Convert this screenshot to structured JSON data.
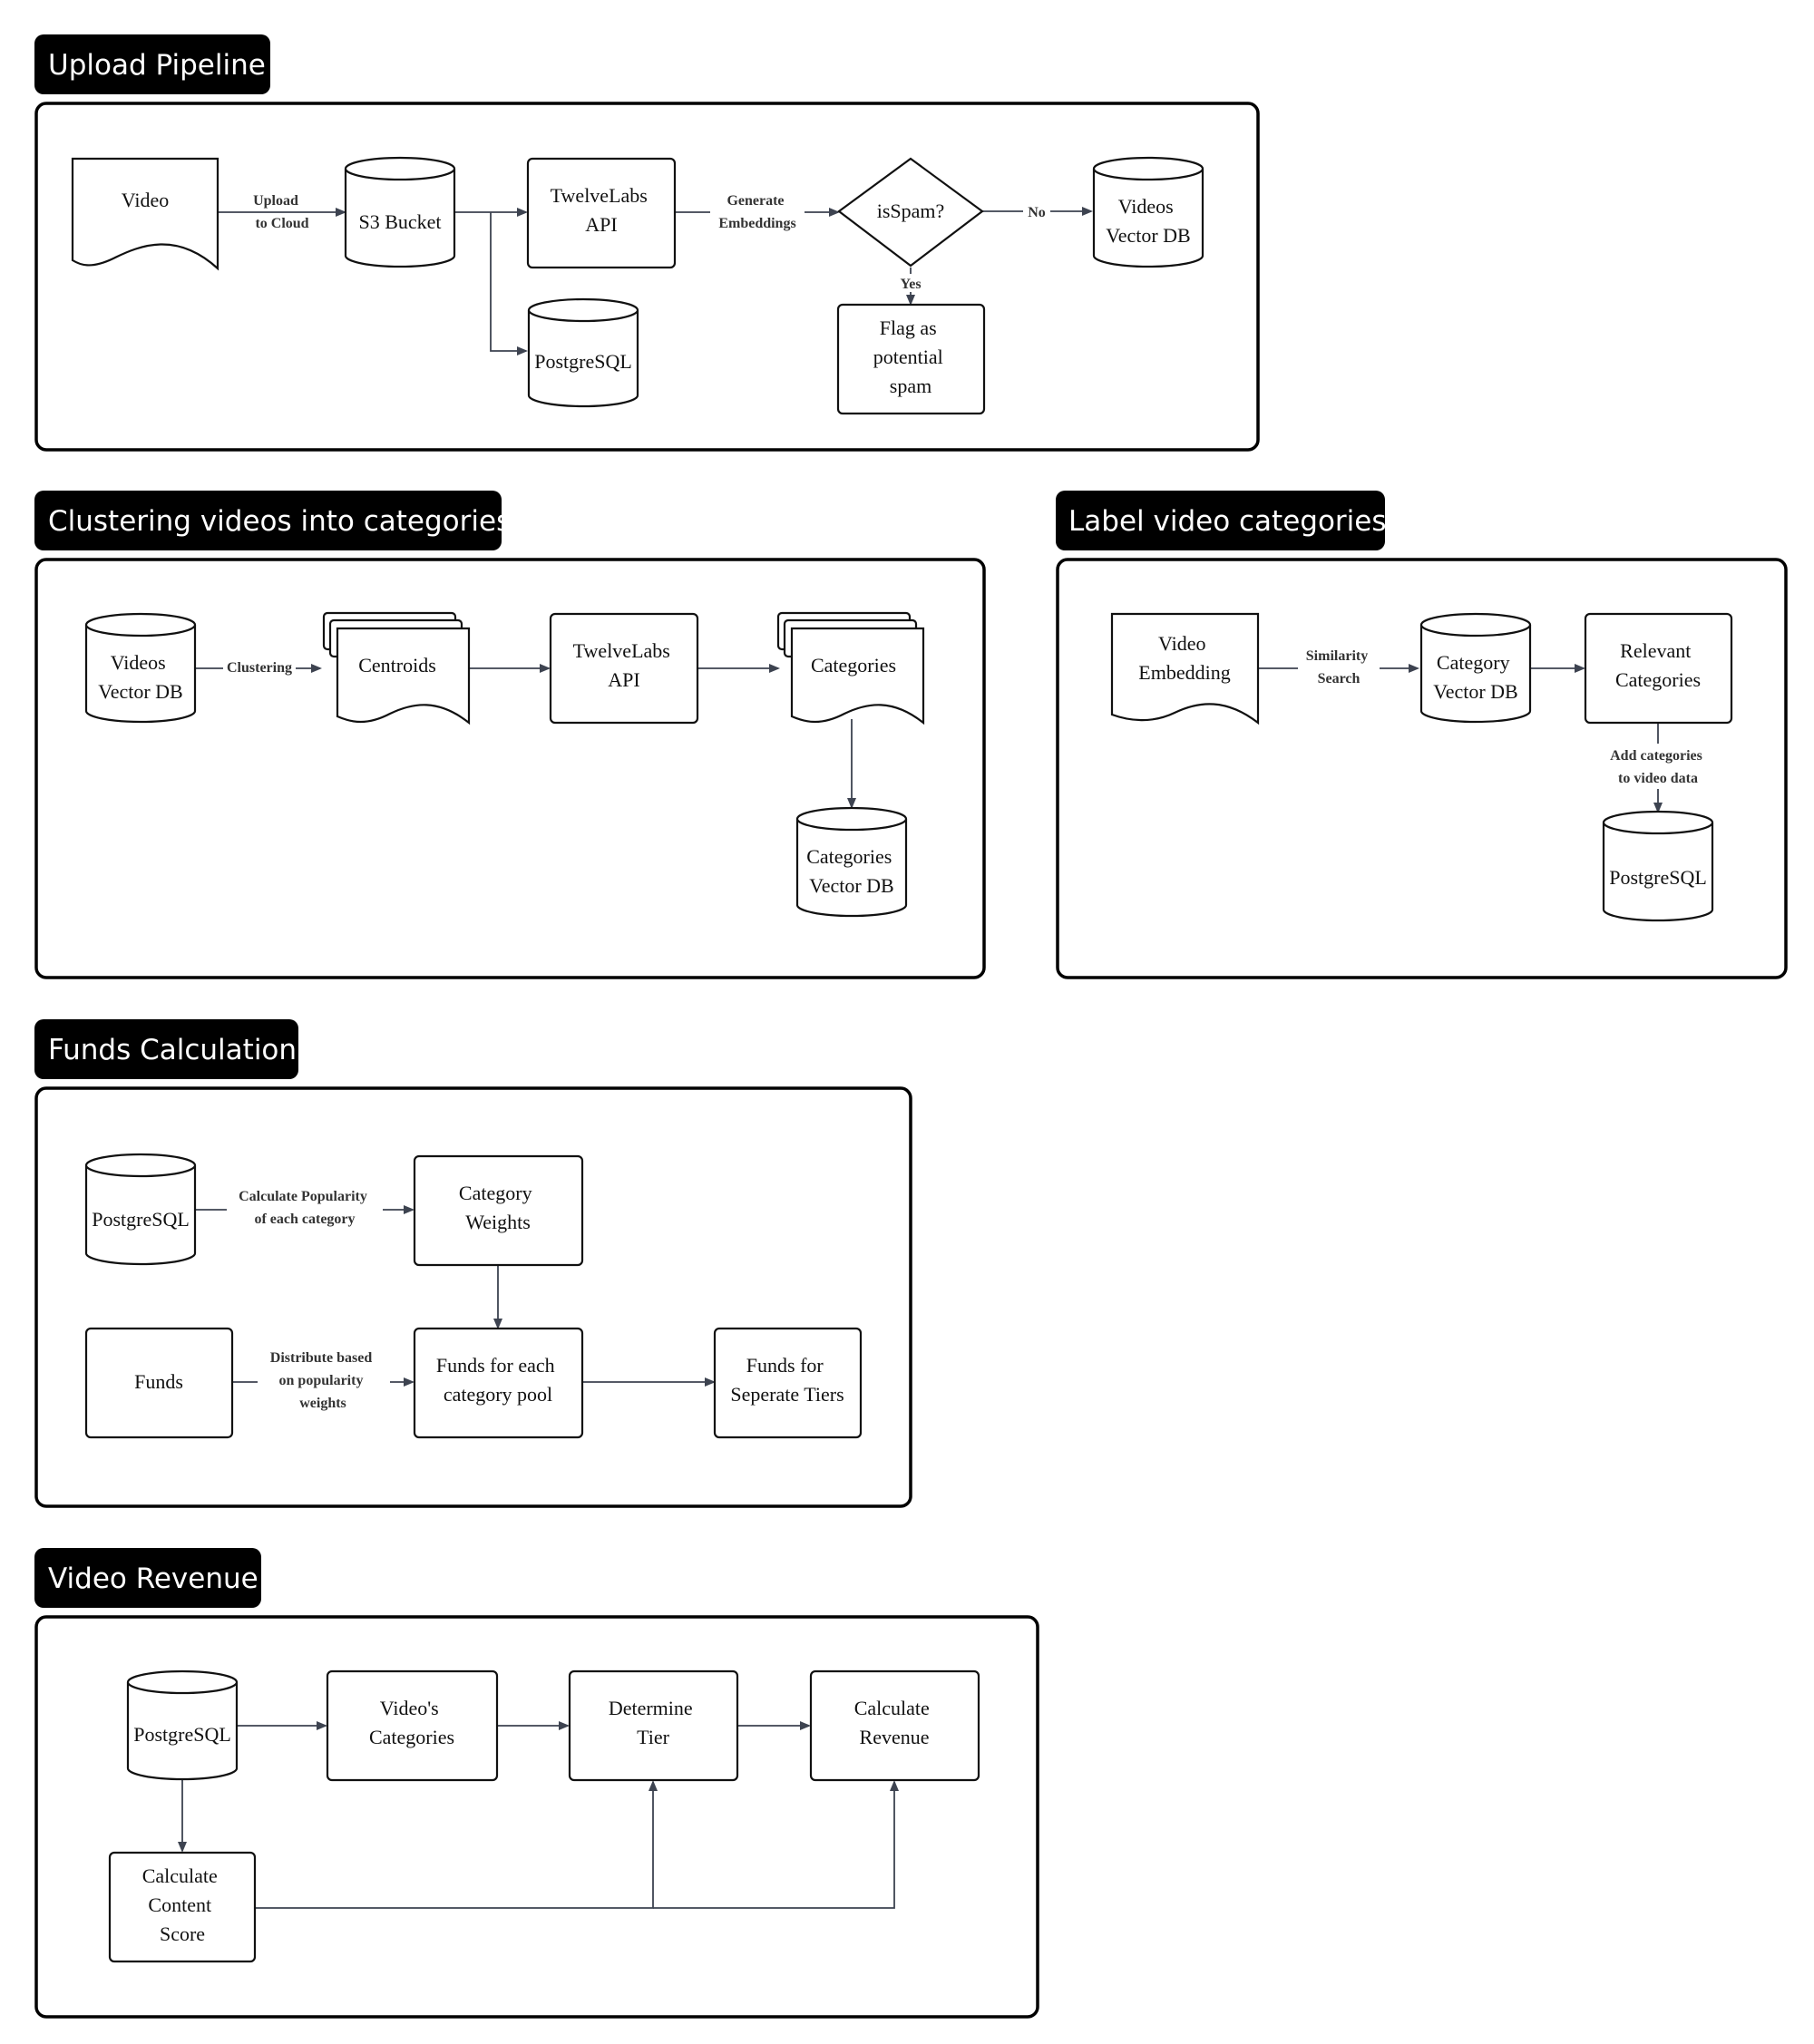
{
  "sections": {
    "upload": {
      "title": "Upload Pipeline"
    },
    "clustering": {
      "title": "Clustering videos into categories"
    },
    "label": {
      "title": "Label video categories"
    },
    "funds": {
      "title": "Funds Calculation"
    },
    "revenue": {
      "title": "Video Revenue"
    }
  },
  "nodes": {
    "up_video": [
      "Video"
    ],
    "up_s3": [
      "S3 Bucket"
    ],
    "up_twelvelabs": [
      "TwelveLabs",
      "API"
    ],
    "up_isspam": [
      "isSpam?"
    ],
    "up_videos_db": [
      "Videos",
      "Vector DB"
    ],
    "up_postgres": [
      "PostgreSQL"
    ],
    "up_flag": [
      "Flag as",
      "potential",
      "spam"
    ],
    "cl_videos_db": [
      "Videos",
      "Vector DB"
    ],
    "cl_centroids": [
      "Centroids"
    ],
    "cl_twelvelabs": [
      "TwelveLabs",
      "API"
    ],
    "cl_categories": [
      "Categories"
    ],
    "cl_categories_db": [
      "Categories",
      "Vector DB"
    ],
    "lb_embedding": [
      "Video",
      "Embedding"
    ],
    "lb_category_db": [
      "Category",
      "Vector DB"
    ],
    "lb_relevant": [
      "Relevant",
      "Categories"
    ],
    "lb_postgres": [
      "PostgreSQL"
    ],
    "fu_postgres": [
      "PostgreSQL"
    ],
    "fu_weights": [
      "Category",
      "Weights"
    ],
    "fu_funds": [
      "Funds"
    ],
    "fu_pool": [
      "Funds for each",
      "category pool"
    ],
    "fu_tiers": [
      "Funds for",
      "Seperate Tiers"
    ],
    "rv_postgres": [
      "PostgreSQL"
    ],
    "rv_categories": [
      "Video's",
      "Categories"
    ],
    "rv_tier": [
      "Determine",
      "Tier"
    ],
    "rv_revenue": [
      "Calculate",
      "Revenue"
    ],
    "rv_score": [
      "Calculate",
      "Content",
      "Score"
    ]
  },
  "edges": {
    "upload_to_cloud": [
      "Upload",
      "to Cloud"
    ],
    "generate_embeddings": [
      "Generate",
      "Embeddings"
    ],
    "no": [
      "No"
    ],
    "yes": [
      "Yes"
    ],
    "clustering": [
      "Clustering"
    ],
    "similarity_search": [
      "Similarity",
      "Search"
    ],
    "add_categories": [
      "Add categories",
      "to video data"
    ],
    "calculate_popularity": [
      "Calculate Popularity",
      "of each category"
    ],
    "distribute": [
      "Distribute based",
      "on popularity",
      "weights"
    ]
  }
}
